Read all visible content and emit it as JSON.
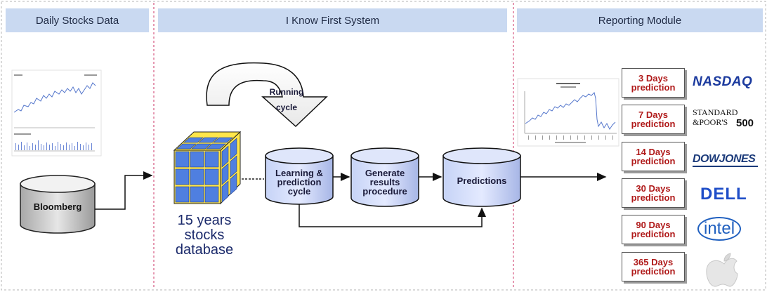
{
  "headers": {
    "left": "Daily Stocks Data",
    "middle": "I Know First System",
    "right": "Reporting Module"
  },
  "source": {
    "label": "Bloomberg"
  },
  "running_cycle": {
    "line1": "Running",
    "line2": "cycle"
  },
  "database": {
    "line1": "15 years",
    "line2": "stocks",
    "line3": "database"
  },
  "process": [
    {
      "line1": "Learning &",
      "line2": "prediction",
      "line3": "cycle"
    },
    {
      "line1": "Generate",
      "line2": "results",
      "line3": "procedure"
    },
    {
      "line1": "Predictions"
    }
  ],
  "predictions": [
    {
      "days": "3 Days",
      "word": "prediction",
      "logo": "NASDAQ"
    },
    {
      "days": "7 Days",
      "word": "prediction",
      "logo": "STANDARD & POOR'S 500"
    },
    {
      "days": "14 Days",
      "word": "prediction",
      "logo": "DOWJONES"
    },
    {
      "days": "30 Days",
      "word": "prediction",
      "logo": "DELL"
    },
    {
      "days": "90 Days",
      "word": "prediction",
      "logo": "intel"
    },
    {
      "days": "365 Days",
      "word": "prediction",
      "logo": "apple-logo"
    }
  ],
  "logo_text": {
    "nasdaq": "NASDAQ",
    "sp_line1": "STANDARD",
    "sp_line2": "&POOR'S",
    "sp_500": "500",
    "dowjones": "DOWJONES",
    "dell": "DELL",
    "intel": "intel"
  },
  "colors": {
    "header_bg": "#c9d9f1",
    "divider": "#cc3366",
    "cube_blue": "#4f7fe0",
    "cube_yellow": "#ffe64a",
    "cylinder_body": "#b8c6f0",
    "prediction_text": "#b01a1a",
    "dark_navy": "#1b2a6b"
  }
}
